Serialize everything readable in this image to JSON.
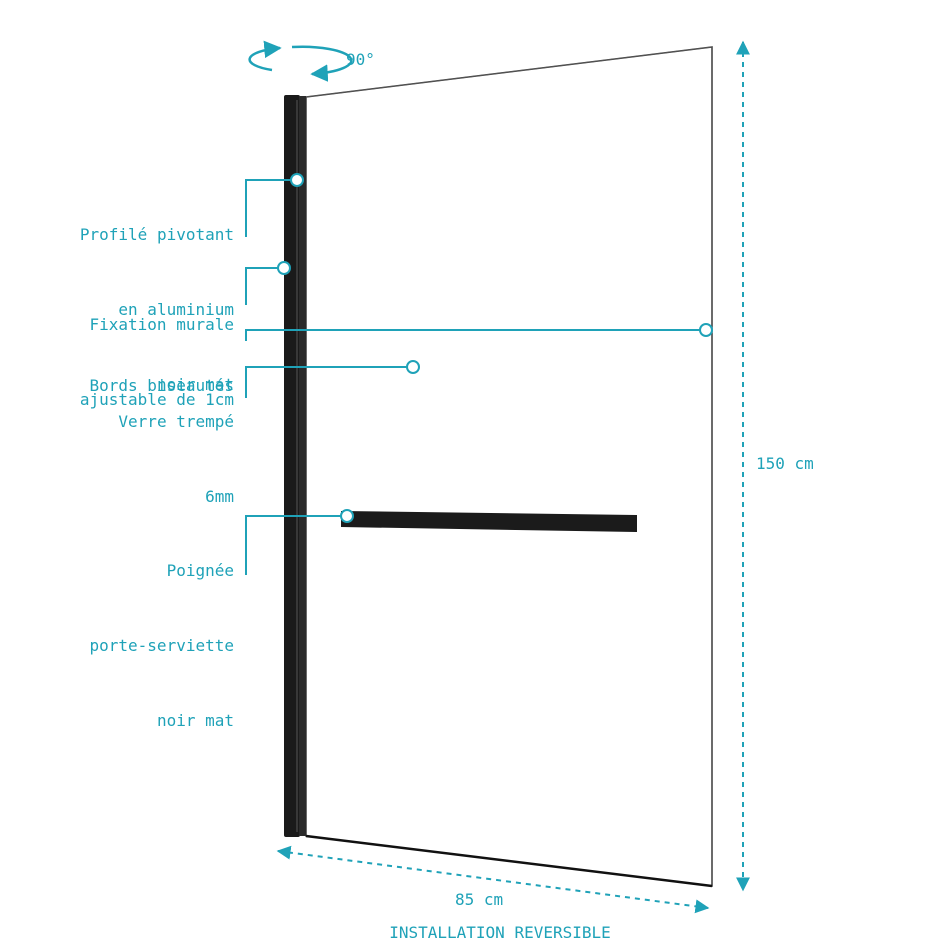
{
  "colors": {
    "accent": "#1fa2b8",
    "profile": "#1a1a1a",
    "glass_edge": "#333333"
  },
  "rotation": {
    "text": "90°"
  },
  "labels": {
    "profile": [
      "Profilé pivotant",
      "en aluminium",
      "noir mat"
    ],
    "wall_fixing": [
      "Fixation murale",
      "ajustable de 1cm"
    ],
    "edges": [
      "Bords biseautés"
    ],
    "glass": [
      "Verre trempé",
      "6mm"
    ],
    "handle": [
      "Poignée",
      "porte-serviette",
      "noir mat"
    ]
  },
  "dimensions": {
    "height": "150 cm",
    "width": "85 cm"
  },
  "footer": {
    "text": "INSTALLATION REVERSIBLE"
  }
}
